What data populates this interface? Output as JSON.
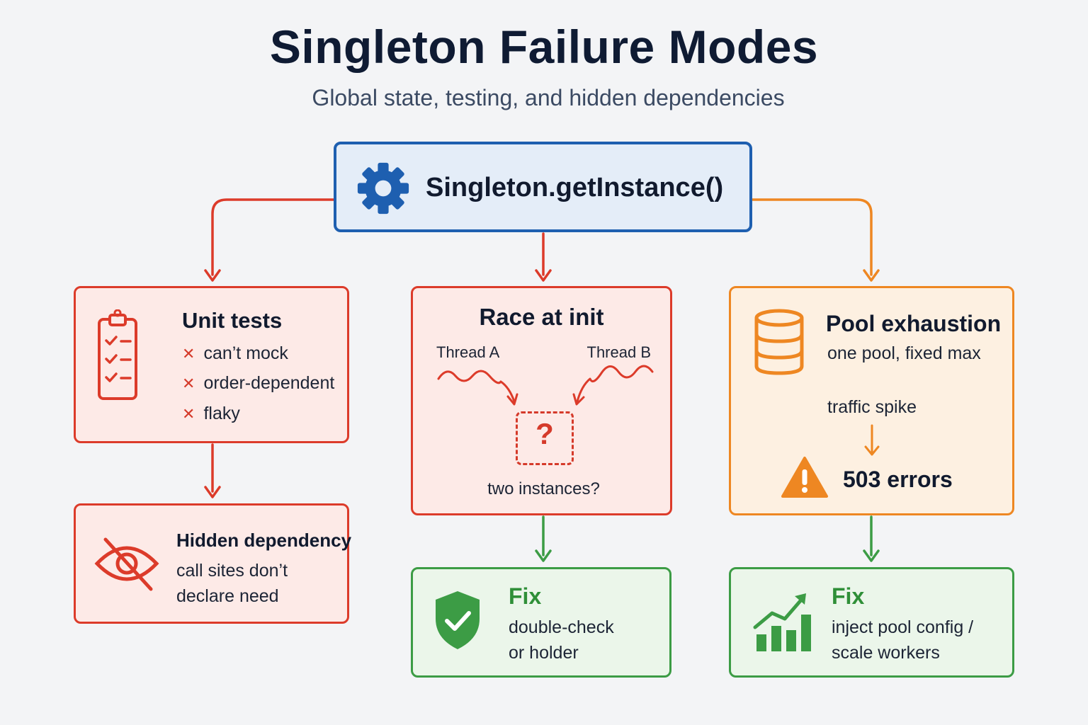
{
  "header": {
    "title": "Singleton Failure Modes",
    "subtitle": "Global state, testing, and hidden dependencies"
  },
  "root": {
    "label": "Singleton.getInstance()",
    "icon": "gear-icon"
  },
  "unit_tests": {
    "title": "Unit tests",
    "icon": "clipboard-checklist-icon",
    "items": [
      {
        "mark": "✕",
        "text": "can’t mock"
      },
      {
        "mark": "✕",
        "text": "order-dependent"
      },
      {
        "mark": "✕",
        "text": "flaky"
      }
    ]
  },
  "race": {
    "title": "Race at init",
    "thread_a": "Thread A",
    "thread_b": "Thread B",
    "question": "?",
    "footer": "two instances?"
  },
  "pool": {
    "title": "Pool exhaustion",
    "icon": "database-icon",
    "subtitle": "one pool, fixed max",
    "trigger": "traffic spike",
    "result": "503 errors",
    "result_icon": "warning-icon"
  },
  "hidden": {
    "title": "Hidden dependency",
    "icon": "eye-slash-icon",
    "line1": "call sites don’t",
    "line2": "declare need"
  },
  "fix_race": {
    "title": "Fix",
    "icon": "shield-check-icon",
    "line1": "double-check",
    "line2": "or holder"
  },
  "fix_pool": {
    "title": "Fix",
    "icon": "bar-chart-trend-icon",
    "line1": "inject pool config /",
    "line2": "scale workers"
  },
  "colors": {
    "root_border": "#1e5fb0",
    "root_fill": "#e4edf8",
    "red": "#dc3b2a",
    "red_fill": "#fdeae7",
    "orange": "#ee8722",
    "orange_fill": "#fdf0e1",
    "green": "#3c9c45",
    "green_fill": "#ebf6ea"
  }
}
